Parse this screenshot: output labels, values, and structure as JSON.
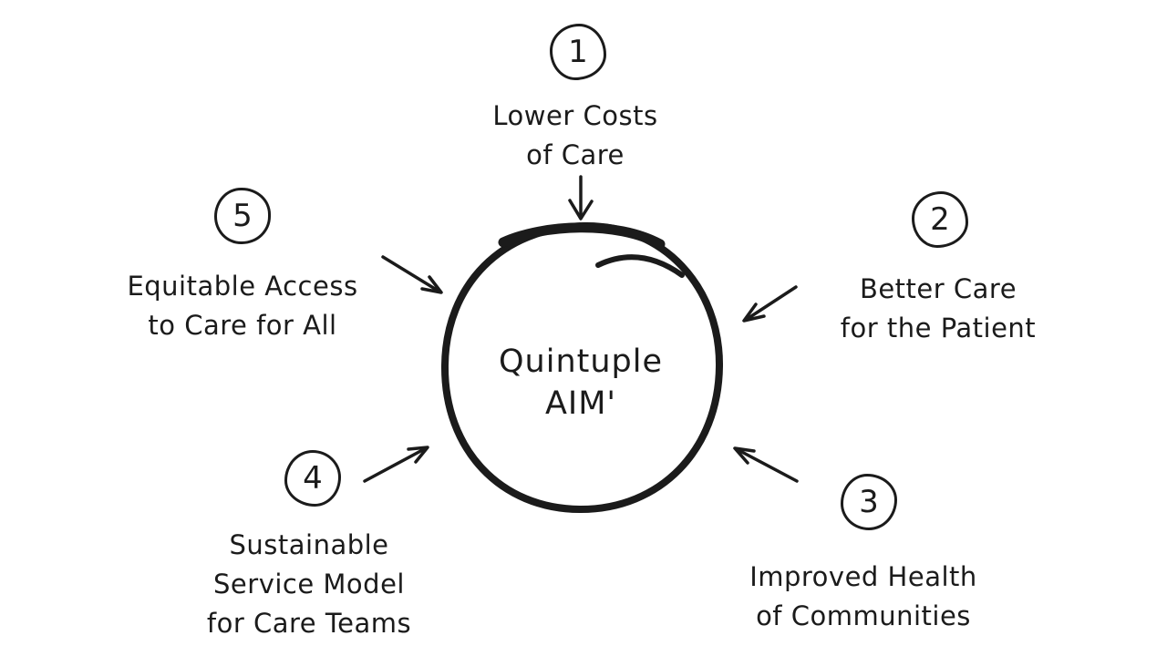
{
  "diagram": {
    "title": "Quintuple AIM'",
    "center": {
      "line1": "Quintuple",
      "line2": "AIM'"
    },
    "items": [
      {
        "number": "1",
        "position": "top",
        "lines": [
          "Lower Costs",
          "of Care"
        ]
      },
      {
        "number": "2",
        "position": "right-top",
        "lines": [
          "Better Care",
          "for the Patient"
        ]
      },
      {
        "number": "3",
        "position": "right-bottom",
        "lines": [
          "Improved Health",
          "of Communities"
        ]
      },
      {
        "number": "4",
        "position": "left-bottom",
        "lines": [
          "Sustainable",
          "Service Model",
          "for Care Teams"
        ]
      },
      {
        "number": "5",
        "position": "left-top",
        "lines": [
          "Equitable Access",
          "to Care for All"
        ]
      }
    ],
    "colors": {
      "ink": "#1b1b1b",
      "background": "#ffffff"
    }
  }
}
